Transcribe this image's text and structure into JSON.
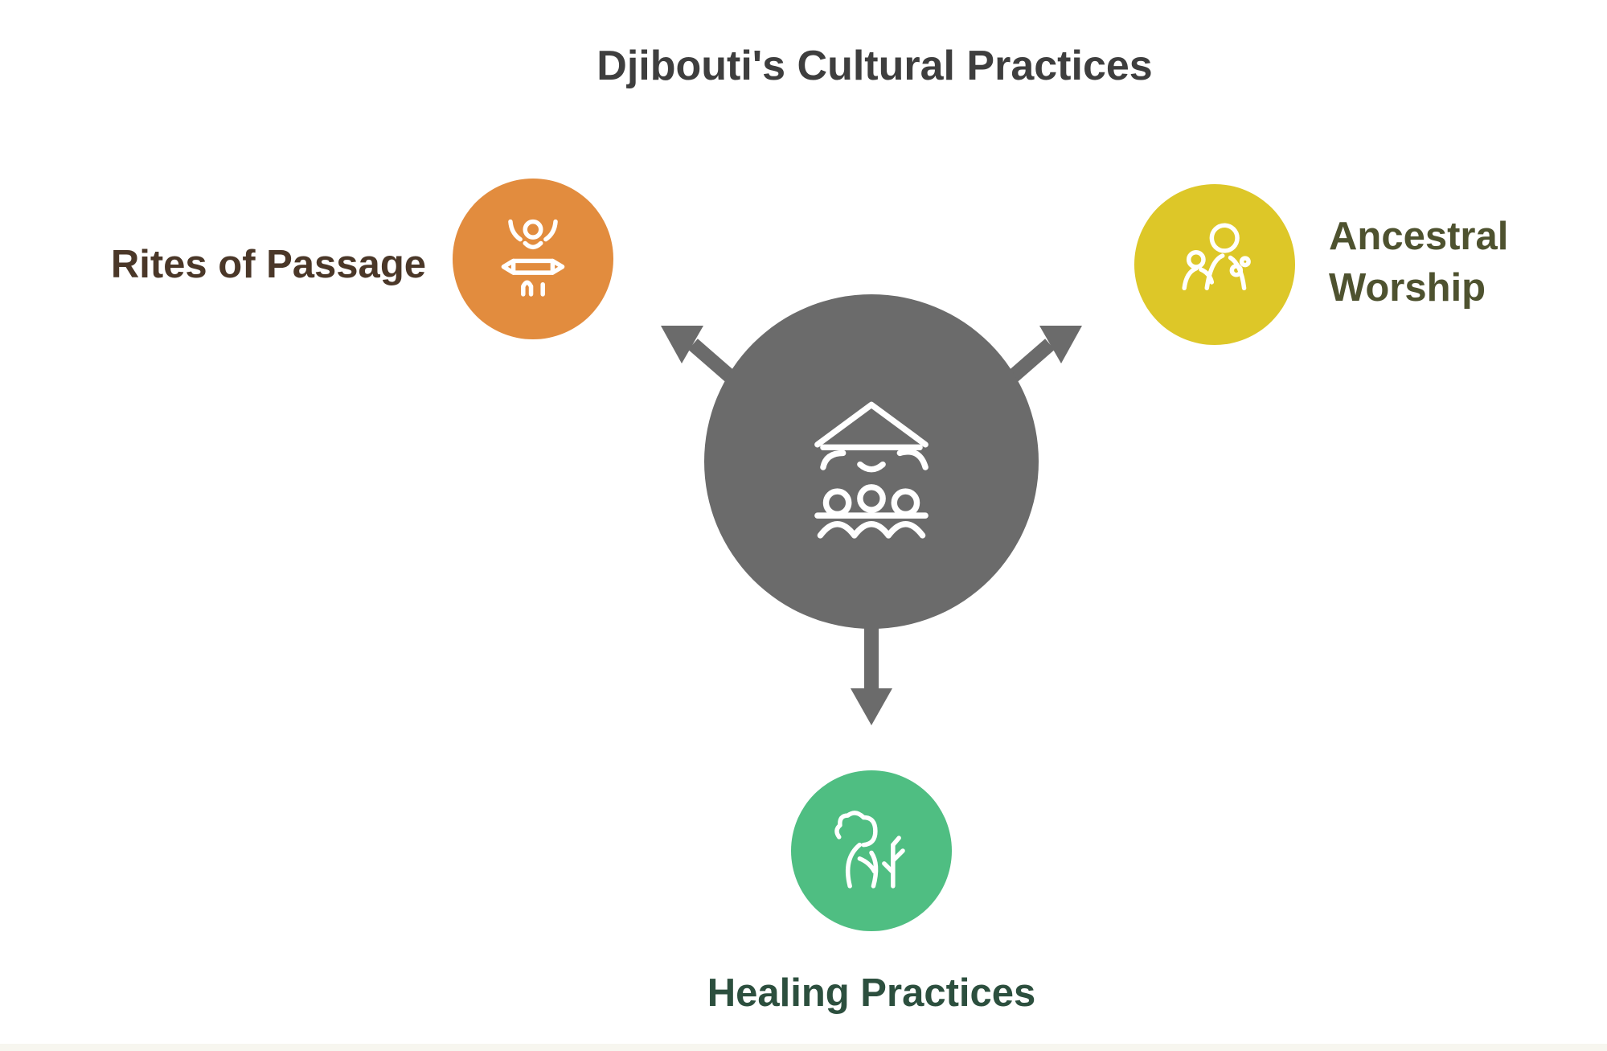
{
  "title": {
    "text": "Djibouti's Cultural Practices",
    "color": "#3E3E3E"
  },
  "hub": {
    "icon": "community-gathering-icon",
    "circle_color": "#6B6B6B"
  },
  "connector_color": "#6B6B6B",
  "nodes": [
    {
      "label": "Rites of Passage",
      "icon": "celebration-finish-icon",
      "circle_color": "#E28C3E",
      "label_color": "#4A3728",
      "position": "left"
    },
    {
      "label": "Ancestral Worship",
      "icon": "ancestor-figures-icon",
      "circle_color": "#DDC728",
      "label_color": "#4E522F",
      "position": "right"
    },
    {
      "label": "Healing Practices",
      "icon": "healer-with-plant-icon",
      "circle_color": "#4FBE82",
      "label_color": "#2C4F3E",
      "position": "bottom"
    }
  ]
}
